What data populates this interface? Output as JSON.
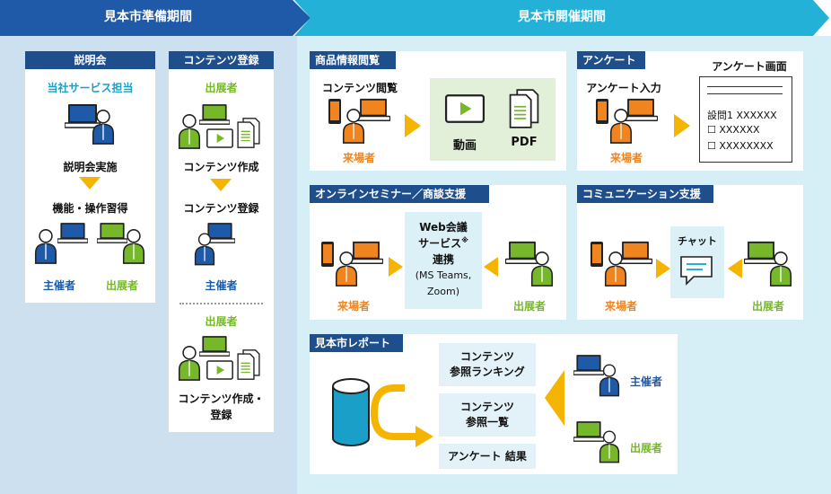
{
  "headers": {
    "prep": "見本市準備期間",
    "event": "見本市開催期間"
  },
  "prep": {
    "briefing": {
      "tag": "説明会",
      "staff": "当社サービス担当",
      "step1": "説明会実施",
      "step2": "機能・操作習得",
      "organizer": "主催者",
      "exhibitor": "出展者"
    },
    "content_reg": {
      "tag": "コンテンツ登録",
      "exhibitor_a": "出展者",
      "create": "コンテンツ作成",
      "register": "コンテンツ登録",
      "organizer": "主催者",
      "exhibitor_b": "出展者",
      "create_register_1": "コンテンツ作成・",
      "create_register_2": "登録"
    }
  },
  "event": {
    "product": {
      "tag": "商品情報閲覧",
      "browse": "コンテンツ閲覧",
      "visitor": "来場者",
      "video": "動画",
      "pdf": "PDF"
    },
    "survey": {
      "tag": "アンケート",
      "input": "アンケート入力",
      "visitor": "来場者",
      "screen_title": "アンケート画面",
      "q1": "設問1 XXXXXX",
      "opt1": "☐ XXXXXX",
      "opt2": "☐ XXXXXXXX"
    },
    "seminar": {
      "tag": "オンラインセミナー／商談支援",
      "visitor": "来場者",
      "exhibitor": "出展者",
      "web_1": "Web会議",
      "web_2": "サービス",
      "web_sup": "※",
      "web_3": "連携",
      "web_4": "(MS Teams,",
      "web_5": "Zoom)"
    },
    "communication": {
      "tag": "コミュニケーション支援",
      "visitor": "来場者",
      "exhibitor": "出展者",
      "chat": "チャット"
    },
    "report": {
      "tag": "見本市レポート",
      "ranking_1": "コンテンツ",
      "ranking_2": "参照ランキング",
      "list_1": "コンテンツ",
      "list_2": "参照一覧",
      "survey_result": "アンケート 結果",
      "organizer": "主催者",
      "exhibitor": "出展者"
    }
  },
  "colors": {
    "navy": "#1f4e8c",
    "header_left": "#1e5aa8",
    "header_right": "#24b1d8",
    "panel_left": "#cde0ef",
    "panel_right": "#d6eef5",
    "arrow": "#f5b400",
    "green": "#76b82a",
    "orange": "#f0841e",
    "blue": "#1e5aa8"
  }
}
